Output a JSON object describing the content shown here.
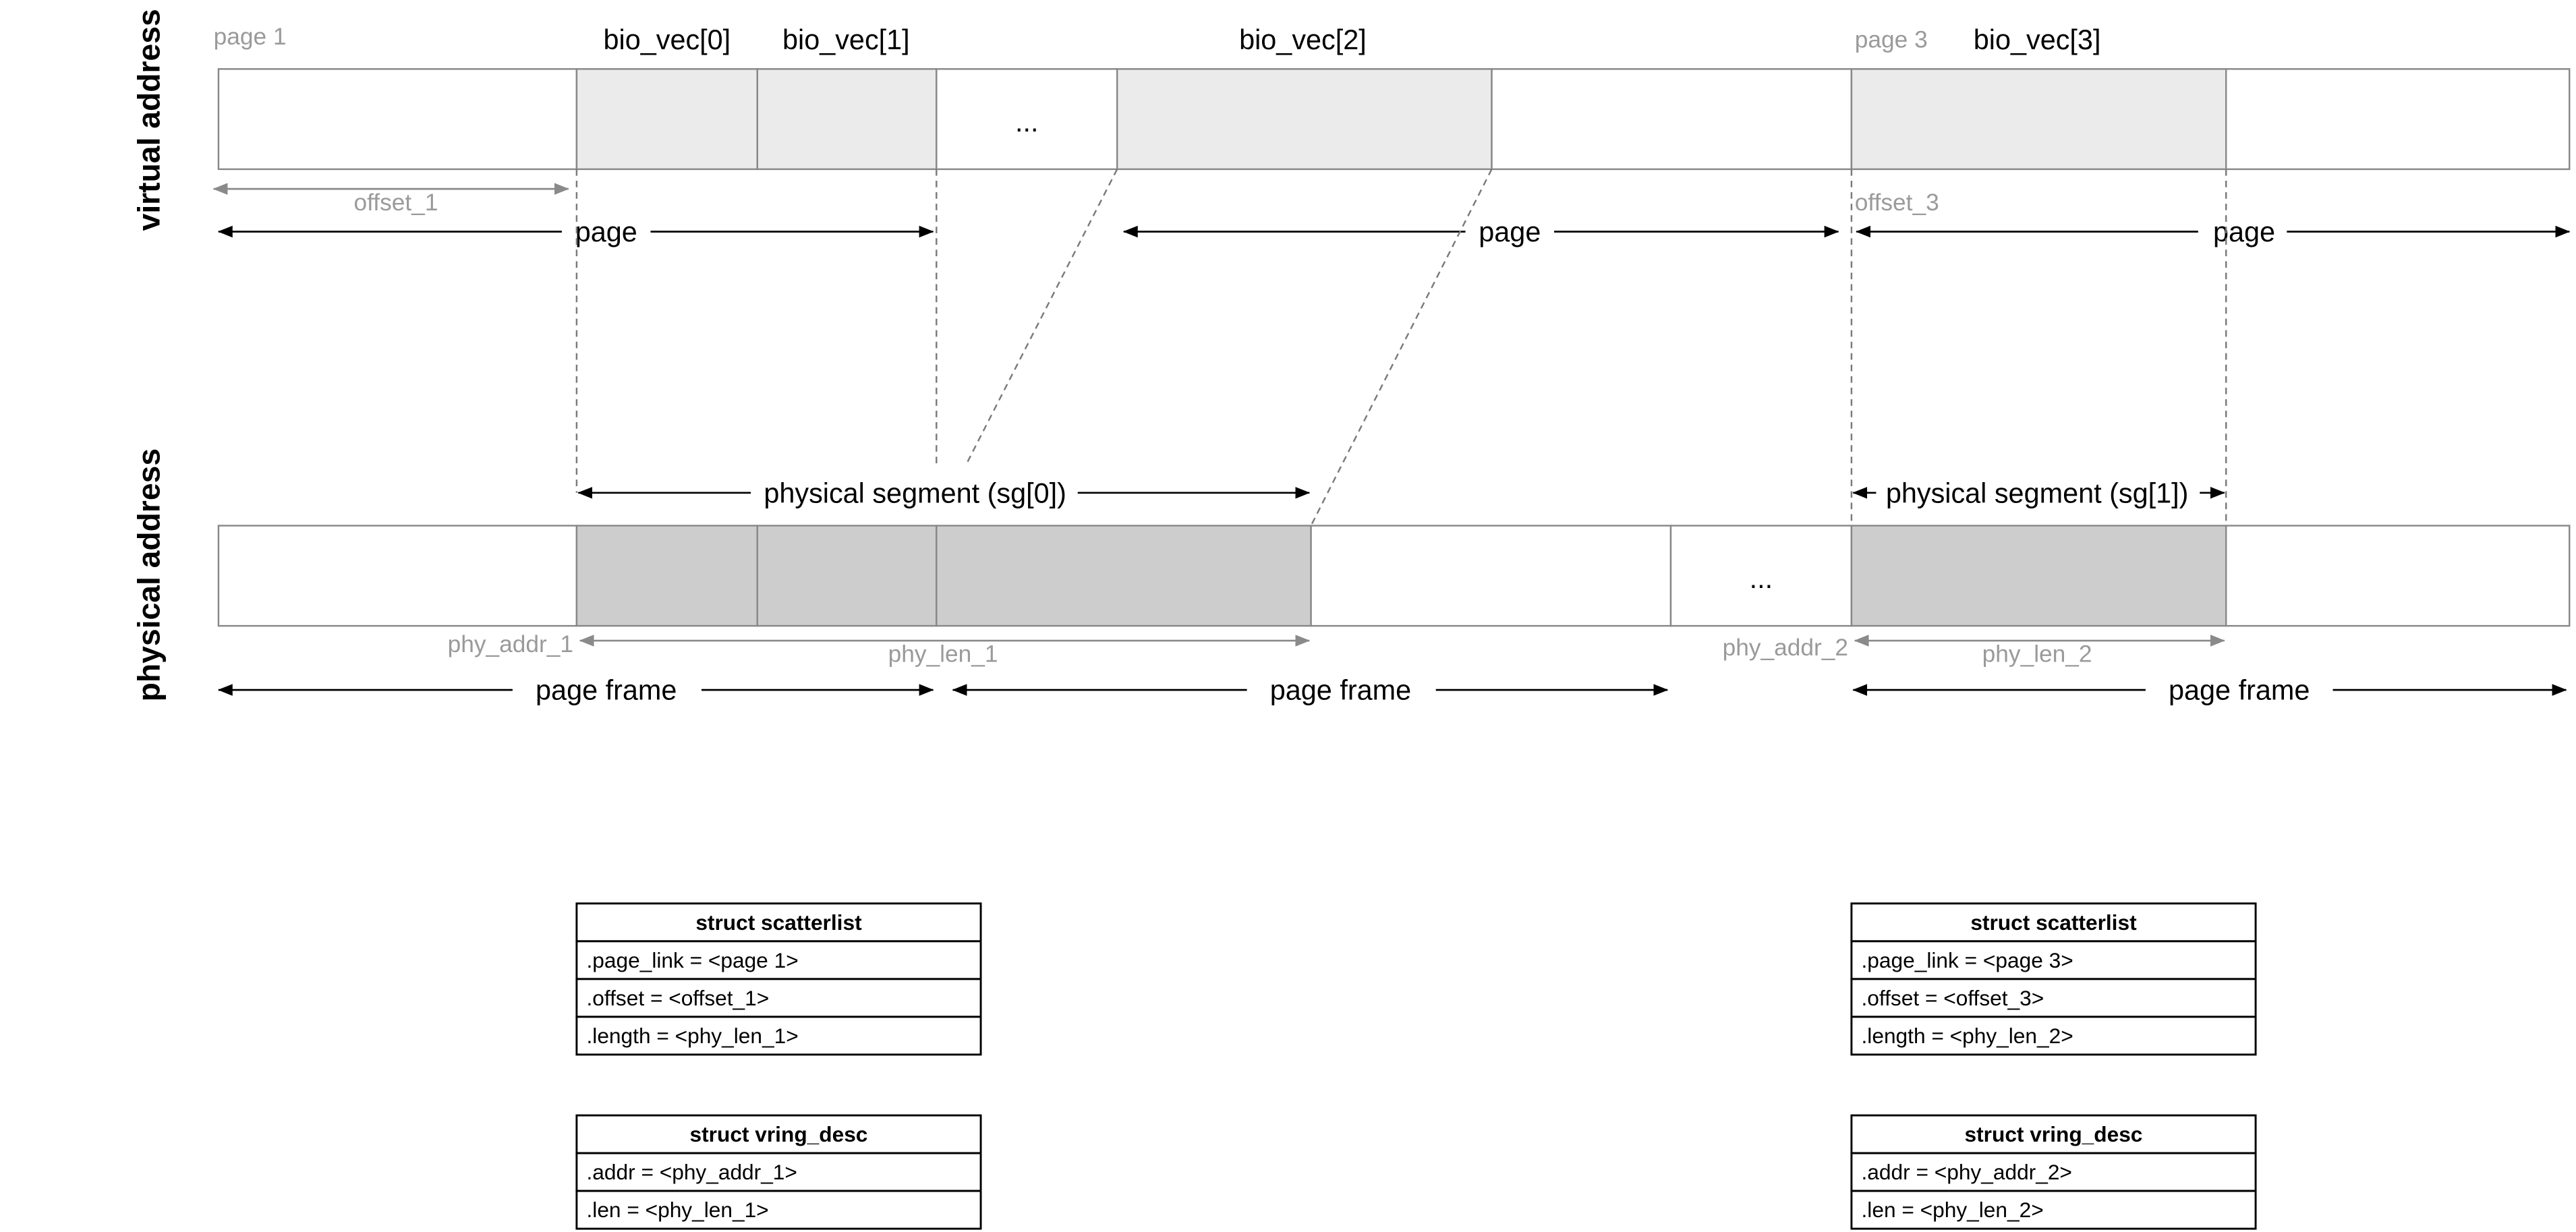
{
  "axis_titles": {
    "virtual": "virtual address",
    "physical": "physical address"
  },
  "virtual": {
    "page_1": "page 1",
    "page_3": "page 3",
    "bio_vec": [
      "bio_vec[0]",
      "bio_vec[1]",
      "bio_vec[2]",
      "bio_vec[3]"
    ],
    "ellipsis": "...",
    "offset_1": "offset_1",
    "offset_3": "offset_3",
    "page": "page"
  },
  "physical": {
    "segment_0": "physical segment (sg[0])",
    "segment_1": "physical segment (sg[1])",
    "ellipsis": "...",
    "phy_addr_1": "phy_addr_1",
    "phy_addr_2": "phy_addr_2",
    "phy_len_1": "phy_len_1",
    "phy_len_2": "phy_len_2",
    "page_frame": "page frame"
  },
  "colors": {
    "virtual_segment_fill": "#ebebeb",
    "physical_segment_fill": "#cdcdcd",
    "box_stroke": "#888888",
    "annotation_gray": "#9a9a9a"
  },
  "tables": {
    "scatterlist_1": {
      "title": "struct scatterlist",
      "rows": [
        ".page_link = <page 1>",
        ".offset = <offset_1>",
        ".length = <phy_len_1>"
      ]
    },
    "scatterlist_2": {
      "title": "struct scatterlist",
      "rows": [
        ".page_link = <page 3>",
        ".offset = <offset_3>",
        ".length = <phy_len_2>"
      ]
    },
    "vring_1": {
      "title": "struct vring_desc",
      "rows": [
        ".addr = <phy_addr_1>",
        ".len = <phy_len_1>"
      ]
    },
    "vring_2": {
      "title": "struct vring_desc",
      "rows": [
        ".addr = <phy_addr_2>",
        ".len = <phy_len_2>"
      ]
    }
  }
}
